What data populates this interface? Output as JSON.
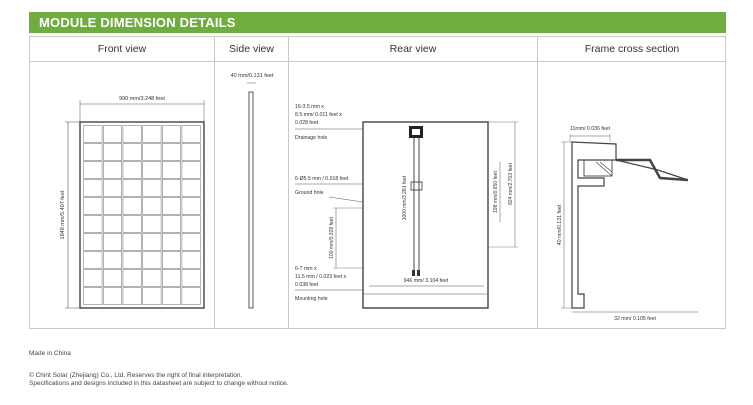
{
  "header": {
    "title": "MODULE DIMENSION DETAILS"
  },
  "columns": {
    "front": {
      "title": "Front view",
      "width_label": "990 mm/3.248 feet",
      "height_label": "1648 mm/5.407 feet"
    },
    "side": {
      "title": "Side view",
      "thickness_label": "40 mm/0.131 feet"
    },
    "rear": {
      "title": "Rear view",
      "drainage_line1": "16-3.5 mm x",
      "drainage_line2": "8.5 mm/ 0.011 feet x",
      "drainage_line3": "0.028 feet",
      "drainage_label": "Drainage hole",
      "ground_line1": "6-Ø5.5 mm / 0.018 feet",
      "ground_label": "Ground hole",
      "mounting_line1": "6-7 mm x",
      "mounting_line2": "11.5 mm / 0.023 feet x",
      "mounting_line3": "0.038 feet",
      "mounting_label": "Mounting hole",
      "cable_label": "1000 mm/3.281 feet",
      "hole_offset_label": "100 mm/0.328 feet",
      "mount_span_label": "198 mm/0.650 feet",
      "mount_height_label": "824 mm/2.703 feet",
      "mount_width_label": "946 mm/ 3.104 feet"
    },
    "frame": {
      "title": "Frame cross section",
      "top_label": "11mm/ 0.036 feet",
      "height_label": "40 mm/0.131 feet",
      "width_label": "32 mm/ 0.105 feet"
    }
  },
  "footer": {
    "origin": "Made in China",
    "copyright": "© Chint Solar (Zhejiang) Co., Ltd.  Reserves the right of final interpretation.",
    "notice": "Specifications and designs included in this datasheet are subject to change without notice."
  }
}
